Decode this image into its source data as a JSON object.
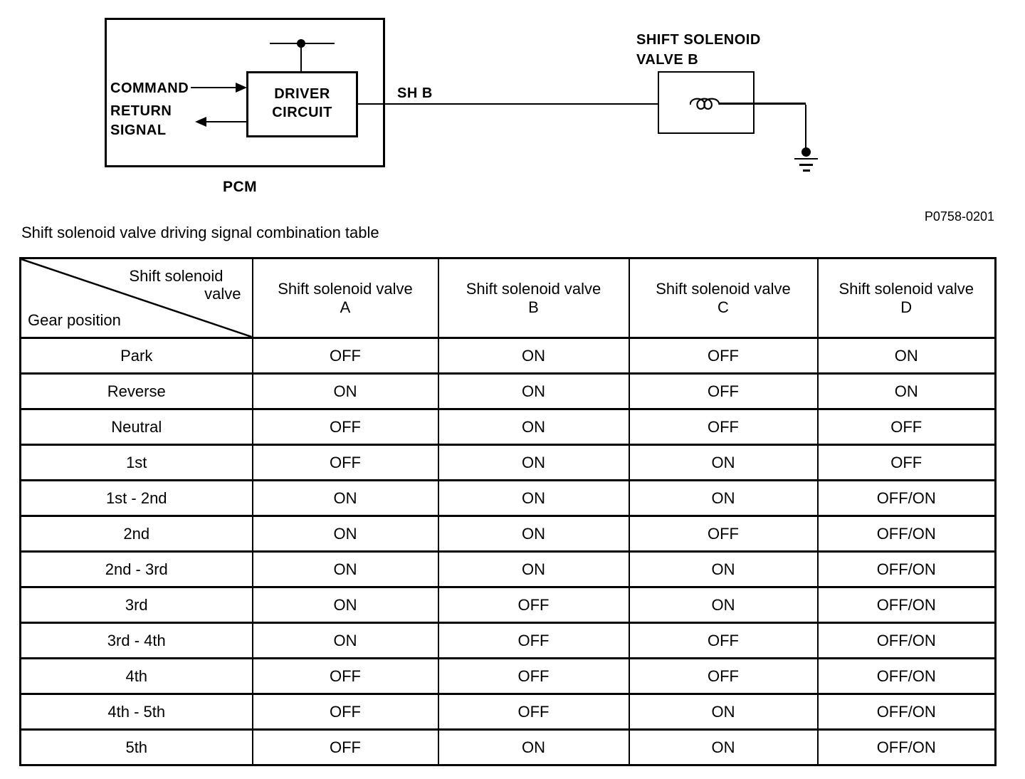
{
  "diagram": {
    "pcm_box_label": "PCM",
    "driver_circuit": {
      "line1": "DRIVER",
      "line2": "CIRCUIT"
    },
    "command_label": "COMMAND",
    "return_signal": {
      "line1": "RETURN",
      "line2": "SIGNAL"
    },
    "wire_label": "SH B",
    "solenoid": {
      "line1": "SHIFT SOLENOID",
      "line2": "VALVE B"
    }
  },
  "figure_code": "P0758-0201",
  "table": {
    "title": "Shift solenoid valve driving signal combination table",
    "corner": {
      "axis1_line1": "Shift solenoid",
      "axis1_line2": "valve",
      "axis2": "Gear position"
    },
    "columns": [
      {
        "line1": "Shift solenoid valve",
        "line2": "A"
      },
      {
        "line1": "Shift solenoid valve",
        "line2": "B"
      },
      {
        "line1": "Shift solenoid valve",
        "line2": "C"
      },
      {
        "line1": "Shift solenoid valve",
        "line2": "D"
      }
    ],
    "rows": [
      {
        "gear": "Park",
        "values": [
          "OFF",
          "ON",
          "OFF",
          "ON"
        ]
      },
      {
        "gear": "Reverse",
        "values": [
          "ON",
          "ON",
          "OFF",
          "ON"
        ]
      },
      {
        "gear": "Neutral",
        "values": [
          "OFF",
          "ON",
          "OFF",
          "OFF"
        ]
      },
      {
        "gear": "1st",
        "values": [
          "OFF",
          "ON",
          "ON",
          "OFF"
        ]
      },
      {
        "gear": "1st - 2nd",
        "values": [
          "ON",
          "ON",
          "ON",
          "OFF/ON"
        ]
      },
      {
        "gear": "2nd",
        "values": [
          "ON",
          "ON",
          "OFF",
          "OFF/ON"
        ]
      },
      {
        "gear": "2nd - 3rd",
        "values": [
          "ON",
          "ON",
          "ON",
          "OFF/ON"
        ]
      },
      {
        "gear": "3rd",
        "values": [
          "ON",
          "OFF",
          "ON",
          "OFF/ON"
        ]
      },
      {
        "gear": "3rd - 4th",
        "values": [
          "ON",
          "OFF",
          "OFF",
          "OFF/ON"
        ]
      },
      {
        "gear": "4th",
        "values": [
          "OFF",
          "OFF",
          "OFF",
          "OFF/ON"
        ]
      },
      {
        "gear": "4th - 5th",
        "values": [
          "OFF",
          "OFF",
          "ON",
          "OFF/ON"
        ]
      },
      {
        "gear": "5th",
        "values": [
          "OFF",
          "ON",
          "ON",
          "OFF/ON"
        ]
      }
    ]
  }
}
